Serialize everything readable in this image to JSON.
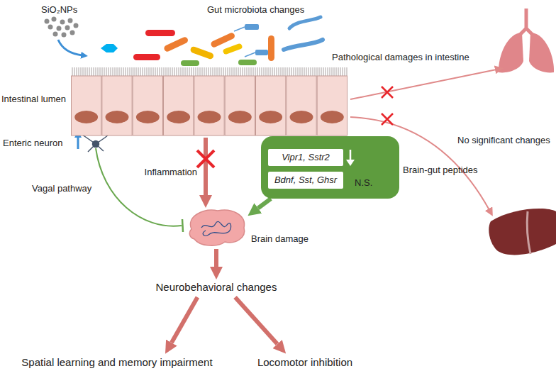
{
  "diagram": {
    "nodes": [
      {
        "text": [
          "Pathological damages in intestine"
        ]
      },
      {
        "text": [
          "Brain-gut peptides",
          "N.S."
        ]
      },
      {
        "text": [
          "Vipr1, Sstr2"
        ],
        "in": 1
      },
      {
        "text": [
          "Bdnf, Sst, Ghsr"
        ],
        "in": 1
      },
      {
        "text": [
          "Brain damage"
        ]
      },
      {
        "text": [
          "Neurobehavioral changes"
        ]
      },
      {
        "text": [
          "Spatial learning and memory impairment"
        ]
      },
      {
        "text": [
          "Locomotor inhibition"
        ]
      }
    ],
    "edges": [
      {
        "from": 0,
        "to": 4,
        "arrow": "to",
        "label": "Inflammation"
      },
      {
        "from": 1,
        "to": 4,
        "arrow": "to"
      },
      {
        "from": 4,
        "to": 5,
        "arrow": "to"
      },
      {
        "from": 5,
        "to": 6,
        "arrow": "to"
      },
      {
        "from": 5,
        "to": 7,
        "arrow": "to"
      }
    ],
    "labels": [
      "SiO₂NPs",
      "Gut microbiota changes",
      "Intestinal lumen",
      "Enteric neuron",
      "Vagal pathway",
      "No significant changes"
    ]
  }
}
